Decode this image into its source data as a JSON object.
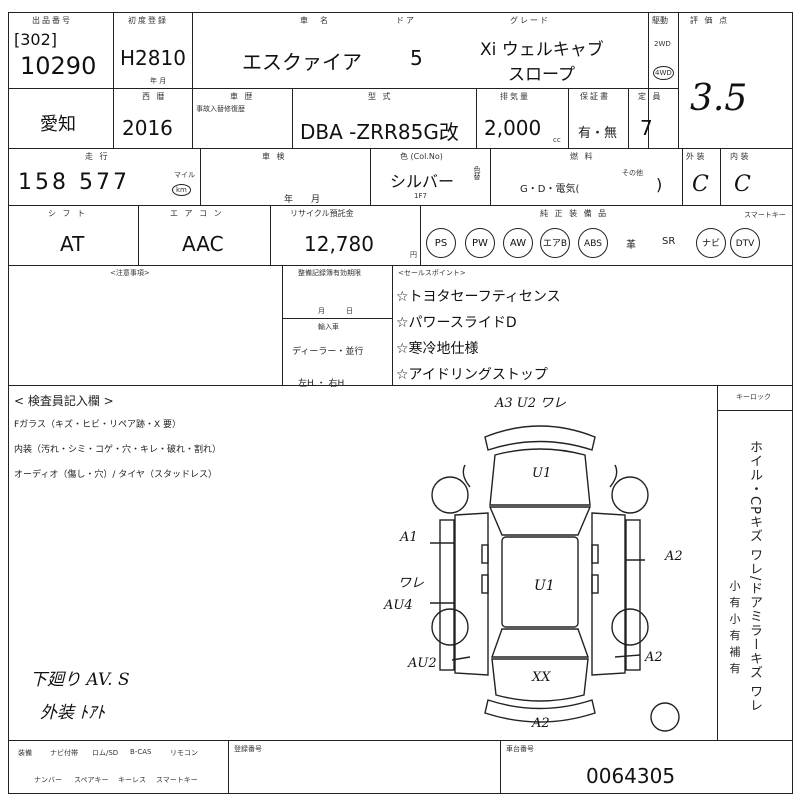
{
  "header": {
    "lot_label": "出品番号",
    "lot_bracket": "[302]",
    "lot_number": "10290",
    "first_reg_label": "初度登録",
    "first_reg": "H2810",
    "first_reg_sub": "年  月",
    "name_label": "車　名",
    "car_name": "エスクァイア",
    "door_label": "ドア",
    "doors": "5",
    "grade_label": "グレード",
    "grade_line1": "Xi ウェルキャブ",
    "grade_line2": "スロープ",
    "drive_label": "駆動",
    "drive_2wd": "2WD",
    "drive_4wd": "4WD",
    "score_label": "評 価 点",
    "score": "3.5"
  },
  "row2": {
    "region": "愛知",
    "year_label": "西 暦",
    "year": "2016",
    "history_label": "車 歴",
    "history_sub": "事故入替修復歴",
    "model_label": "型 式",
    "model": "DBA -ZRR85G改",
    "displacement_label": "排気量",
    "displacement": "2,000",
    "displacement_unit": "cc",
    "warranty_label": "保証書",
    "warranty": "有・無",
    "capacity_label": "定 員",
    "capacity": "7"
  },
  "row3": {
    "mileage_label": "走 行",
    "mileage": "158 577",
    "mileage_unit_top": "マイル",
    "mileage_unit_circled": "km",
    "inspection_label": "車 検",
    "inspection_date": "年　　月",
    "color_label": "色 (Col.No)",
    "color": "シルバー",
    "color_code": "1F7",
    "color_change": "色替",
    "fuel_label": "燃 料",
    "fuel": "G・D・電気(",
    "fuel_other": "その他",
    "fuel_close": ")",
    "exterior_label": "外 装",
    "exterior": "C",
    "interior_label": "内 装",
    "interior": "C"
  },
  "row4": {
    "shift_label": "シ フ ト",
    "shift": "AT",
    "ac_label": "エ ア コ ン",
    "ac": "AAC",
    "recycle_label": "リサイクル預託金",
    "recycle": "12,780",
    "recycle_unit": "円",
    "equipment_label": "純 正 装 備 品",
    "equipment": [
      "PS",
      "PW",
      "AW",
      "エアB",
      "ABS",
      "革",
      "SR",
      "ナビ",
      "DTV"
    ],
    "starter_label": "スマートキー"
  },
  "notes": {
    "caution_label": "<注意事項>",
    "record_label": "整備記録簿有効期限",
    "record_date": "月　　　日",
    "import_label": "輸入車",
    "dealer": "ディーラー・並行",
    "handle": "左H ・ 右H",
    "sales_label": "<セールスポイント>",
    "sales_points": [
      "☆トヨタセーフティセンス",
      "☆パワースライドD",
      "☆寒冷地仕様",
      "☆アイドリングストップ"
    ]
  },
  "inspection": {
    "label": "< 検査員記入欄 >",
    "glass": "Fガラス（キズ・ヒビ・リペア跡・X 要）",
    "interior": "内装（汚れ・シミ・コゲ・穴・キレ・破れ・割れ）",
    "audio": "オーディオ（傷し・穴）/ タイヤ（スタッドレス）",
    "handwritten_1": "下廻り AV. S",
    "handwritten_2": "外装 ﾄｱﾄ",
    "key_lock": "キーロック",
    "wheel_note": "ホイル・CPキズ ワレ/ドアミラーキズ ワレ",
    "wheel_sizes": "小 有 小 有 補 有"
  },
  "diagram": {
    "front": "A3 U2 ワレ",
    "hood": "U1",
    "roof": "U1",
    "left_front": "A1",
    "left_mid": "ワレ",
    "left_rear_door": "AU4",
    "left_rear": "AU2",
    "right_front": "A2",
    "right_rear": "A2",
    "rear": "XX",
    "rear_bottom": "A2"
  },
  "footer": {
    "col1": "装備",
    "col2": "ナビ付帯",
    "col3": "ロム/SD",
    "col4": "B-CAS",
    "col5": "リモコン",
    "col6": "ナンバー",
    "col7": "スペアキー",
    "col8": "キーレス",
    "col9": "スマートキー",
    "registration_label": "登録番号",
    "chassis_label": "車台番号",
    "chassis": "0064305"
  }
}
